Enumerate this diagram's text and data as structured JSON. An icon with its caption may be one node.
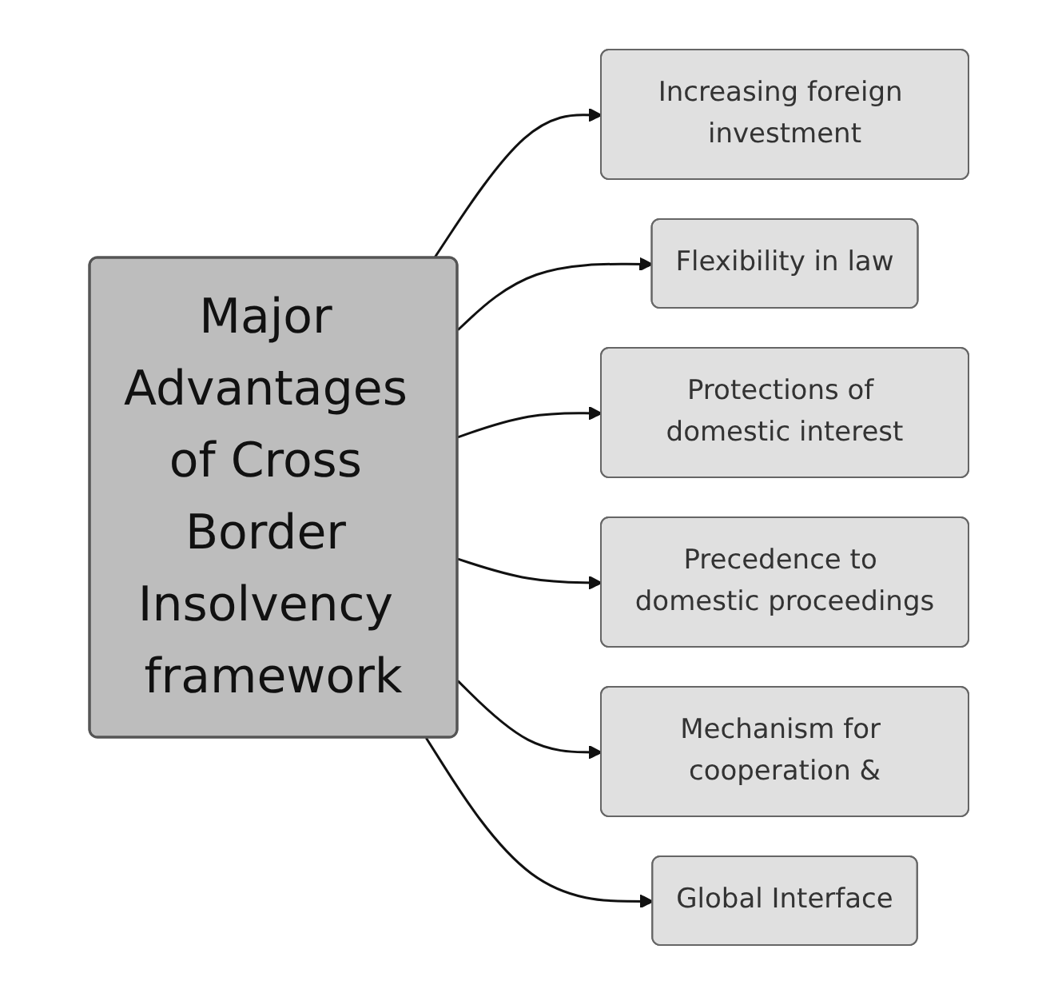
{
  "diagram": {
    "nodes": [
      {
        "text": [
          "Major Advantages of Cross Border Insolvency framework"
        ]
      },
      {
        "text": [
          "Increasing foreign investment"
        ]
      },
      {
        "text": [
          "Flexibility in law"
        ]
      },
      {
        "text": [
          "Protections of domestic interest"
        ]
      },
      {
        "text": [
          "Precedence to domestic proceedings"
        ]
      },
      {
        "text": [
          "Mechanism for cooperation &"
        ]
      },
      {
        "text": [
          "Global Interface"
        ]
      }
    ],
    "edges": [
      {
        "from": 0,
        "to": 1,
        "arrow": "to"
      },
      {
        "from": 0,
        "to": 2,
        "arrow": "to"
      },
      {
        "from": 0,
        "to": 3,
        "arrow": "to"
      },
      {
        "from": 0,
        "to": 4,
        "arrow": "to"
      },
      {
        "from": 0,
        "to": 5,
        "arrow": "to"
      },
      {
        "from": 0,
        "to": 6,
        "arrow": "to"
      }
    ]
  }
}
